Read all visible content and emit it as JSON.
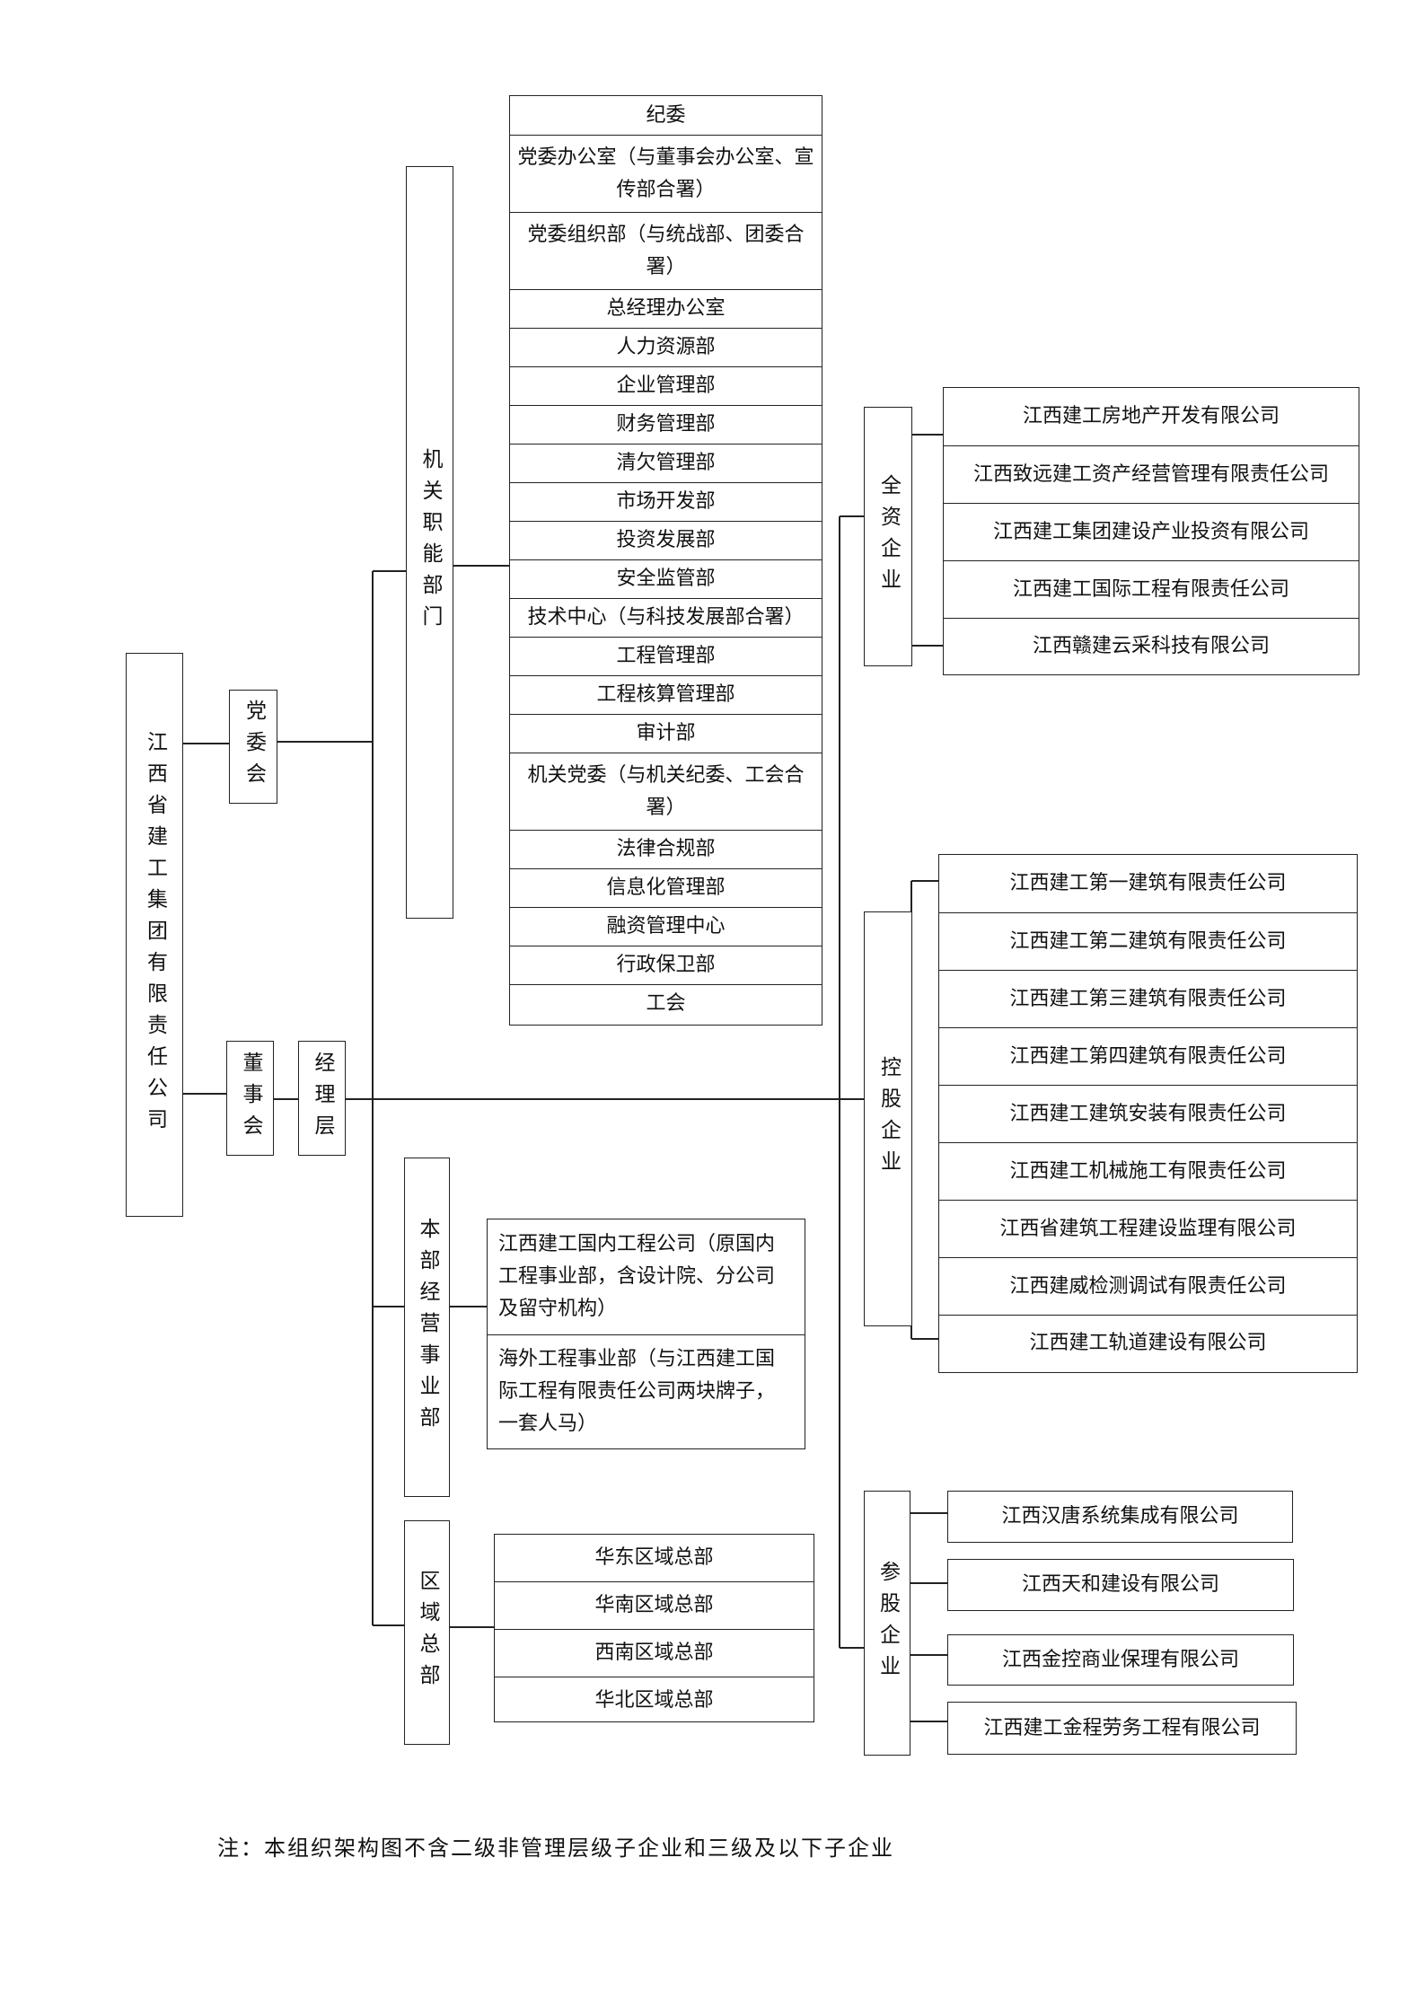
{
  "root": "江西省建工集团有限责任公司",
  "party_committee": "党委会",
  "board": "董事会",
  "management": "经理层",
  "functional_departments": {
    "label": "机关职能部门",
    "items": [
      "纪委",
      "党委办公室（与董事会办公室、宣传部合署）",
      "党委组织部（与统战部、团委合署）",
      "总经理办公室",
      "人力资源部",
      "企业管理部",
      "财务管理部",
      "清欠管理部",
      "市场开发部",
      "投资发展部",
      "安全监管部",
      "技术中心（与科技发展部合署）",
      "工程管理部",
      "工程核算管理部",
      "审计部",
      "机关党委（与机关纪委、工会合署）",
      "法律合规部",
      "信息化管理部",
      "融资管理中心",
      "行政保卫部",
      "工会"
    ]
  },
  "business_divisions": {
    "label": "本部经营事业部",
    "items": [
      "江西建工国内工程公司（原国内工程事业部，含设计院、分公司及留守机构）",
      "海外工程事业部（与江西建工国际工程有限责任公司两块牌子，一套人马）"
    ]
  },
  "regional_hq": {
    "label": "区域总部",
    "items": [
      "华东区域总部",
      "华南区域总部",
      "西南区域总部",
      "华北区域总部"
    ]
  },
  "wholly_owned": {
    "label": "全资企业",
    "items": [
      "江西建工房地产开发有限公司",
      "江西致远建工资产经营管理有限责任公司",
      "江西建工集团建设产业投资有限公司",
      "江西建工国际工程有限责任公司",
      "江西赣建云采科技有限公司"
    ]
  },
  "holding": {
    "label": "控股企业",
    "items": [
      "江西建工第一建筑有限责任公司",
      "江西建工第二建筑有限责任公司",
      "江西建工第三建筑有限责任公司",
      "江西建工第四建筑有限责任公司",
      "江西建工建筑安装有限责任公司",
      "江西建工机械施工有限责任公司",
      "江西省建筑工程建设监理有限公司",
      "江西建威检测调试有限责任公司",
      "江西建工轨道建设有限公司"
    ]
  },
  "participating": {
    "label": "参股企业",
    "items": [
      "江西汉唐系统集成有限公司",
      "江西天和建设有限公司",
      "江西金控商业保理有限公司",
      "江西建工金程劳务工程有限公司"
    ]
  },
  "note": "注：本组织架构图不含二级非管理层级子企业和三级及以下子企业"
}
